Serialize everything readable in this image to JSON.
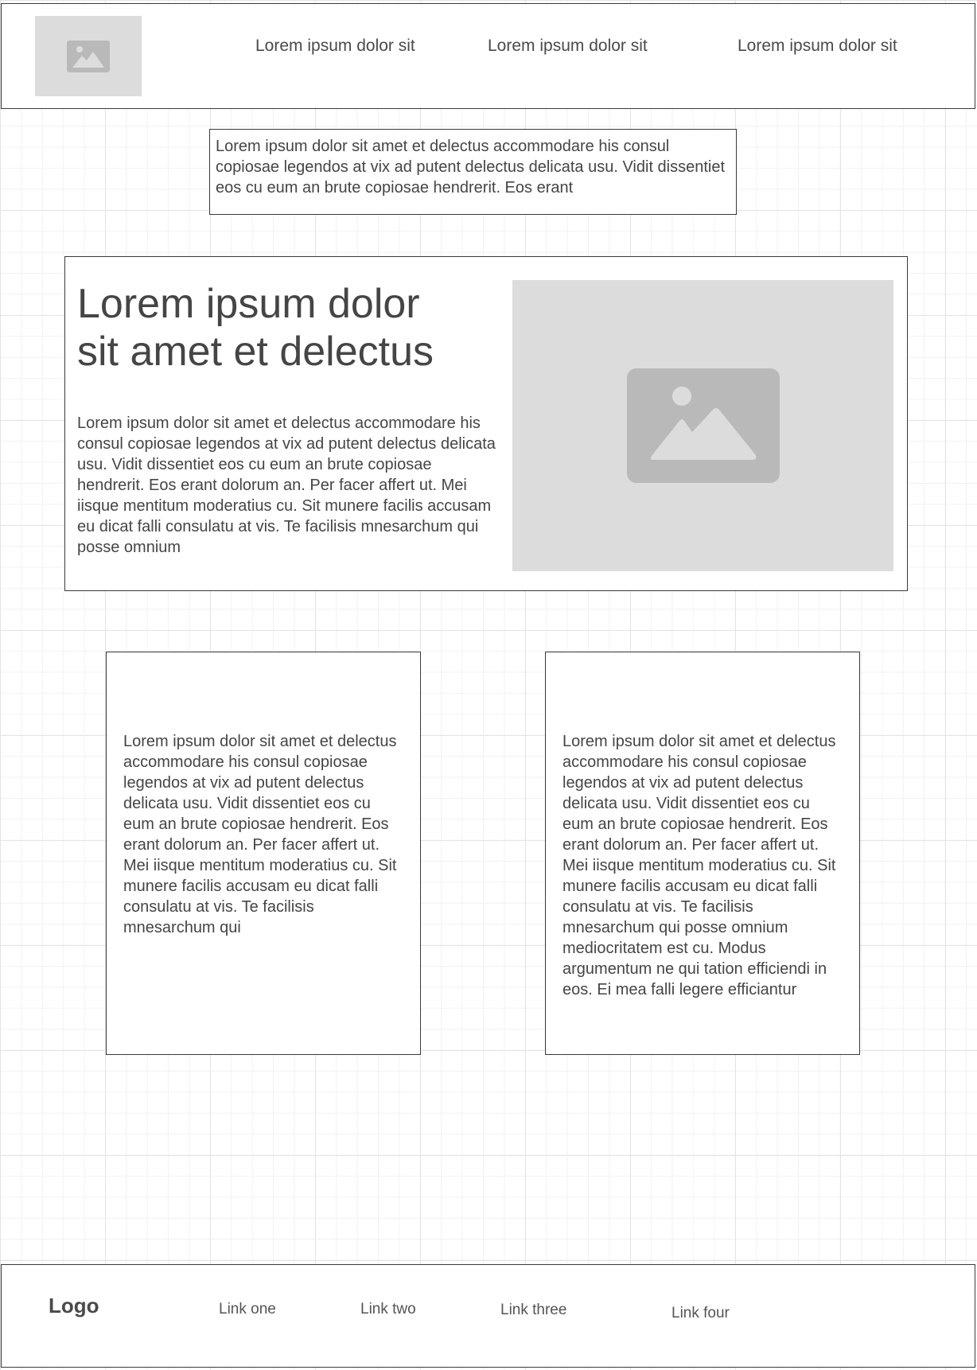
{
  "header": {
    "nav": [
      {
        "label": "Lorem ipsum dolor sit"
      },
      {
        "label": "Lorem ipsum dolor sit"
      },
      {
        "label": "Lorem ipsum dolor sit"
      }
    ],
    "logo_icon": "image-placeholder-icon"
  },
  "intro": {
    "text": "Lorem ipsum dolor sit amet et delectus accommodare his consul copiosae legendos at vix ad putent delectus delicata usu. Vidit dissentiet eos cu eum an brute copiosae hendrerit. Eos erant"
  },
  "hero": {
    "title": "Lorem ipsum dolor sit amet et delectus",
    "text": "Lorem ipsum dolor sit amet et delectus accommodare his consul copiosae legendos at vix ad putent delectus delicata usu. Vidit dissentiet eos cu eum an brute copiosae hendrerit. Eos erant dolorum an. Per facer affert ut. Mei iisque mentitum moderatius cu. Sit munere facilis accusam eu dicat falli consulatu at vis. Te facilisis mnesarchum qui posse omnium",
    "image_icon": "image-placeholder-icon"
  },
  "cards": [
    {
      "text": "Lorem ipsum dolor sit amet et delectus accommodare his consul copiosae legendos at vix ad putent delectus delicata usu. Vidit dissentiet eos cu eum an brute copiosae hendrerit. Eos erant dolorum an. Per facer affert ut. Mei iisque mentitum moderatius cu. Sit munere facilis accusam eu dicat falli consulatu at vis. Te facilisis mnesarchum qui"
    },
    {
      "text": "Lorem ipsum dolor sit amet et delectus accommodare his consul copiosae legendos at vix ad putent delectus delicata usu. Vidit dissentiet eos cu eum an brute copiosae hendrerit. Eos erant dolorum an. Per facer affert ut. Mei iisque mentitum moderatius cu. Sit munere facilis accusam eu dicat falli consulatu at vis. Te facilisis mnesarchum qui posse omnium mediocritatem est cu. Modus argumentum ne qui tation efficiendi in eos. Ei mea falli legere efficiantur"
    }
  ],
  "footer": {
    "logo": "Logo",
    "links": [
      {
        "label": "Link one"
      },
      {
        "label": "Link two"
      },
      {
        "label": "Link three"
      },
      {
        "label": "Link four"
      }
    ]
  },
  "colors": {
    "border": "#3a3a3a",
    "placeholder": "#dcdcdc",
    "placeholder_icon": "#b9b9b9",
    "text": "#454545"
  }
}
